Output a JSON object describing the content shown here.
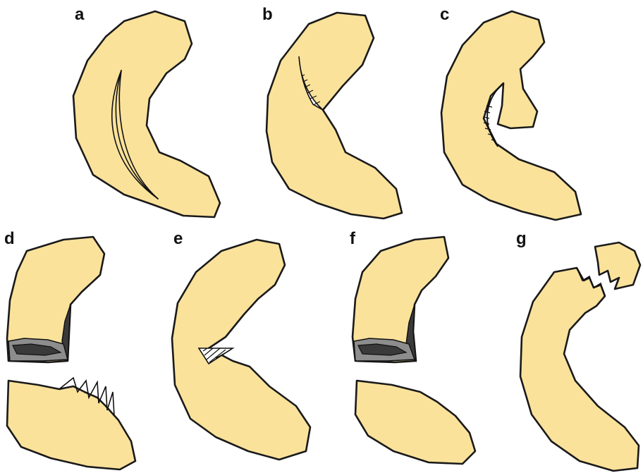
{
  "figure": {
    "colors": {
      "tissue_fill": "#fbe29b",
      "outline": "#1a1a1a",
      "dark_region": "#3a3a3a",
      "gray_region": "#8d8d8d",
      "background": "#ffffff"
    },
    "panels": [
      {
        "label": "a"
      },
      {
        "label": "b"
      },
      {
        "label": "c"
      },
      {
        "label": "d"
      },
      {
        "label": "e"
      },
      {
        "label": "f"
      },
      {
        "label": "g"
      }
    ]
  }
}
